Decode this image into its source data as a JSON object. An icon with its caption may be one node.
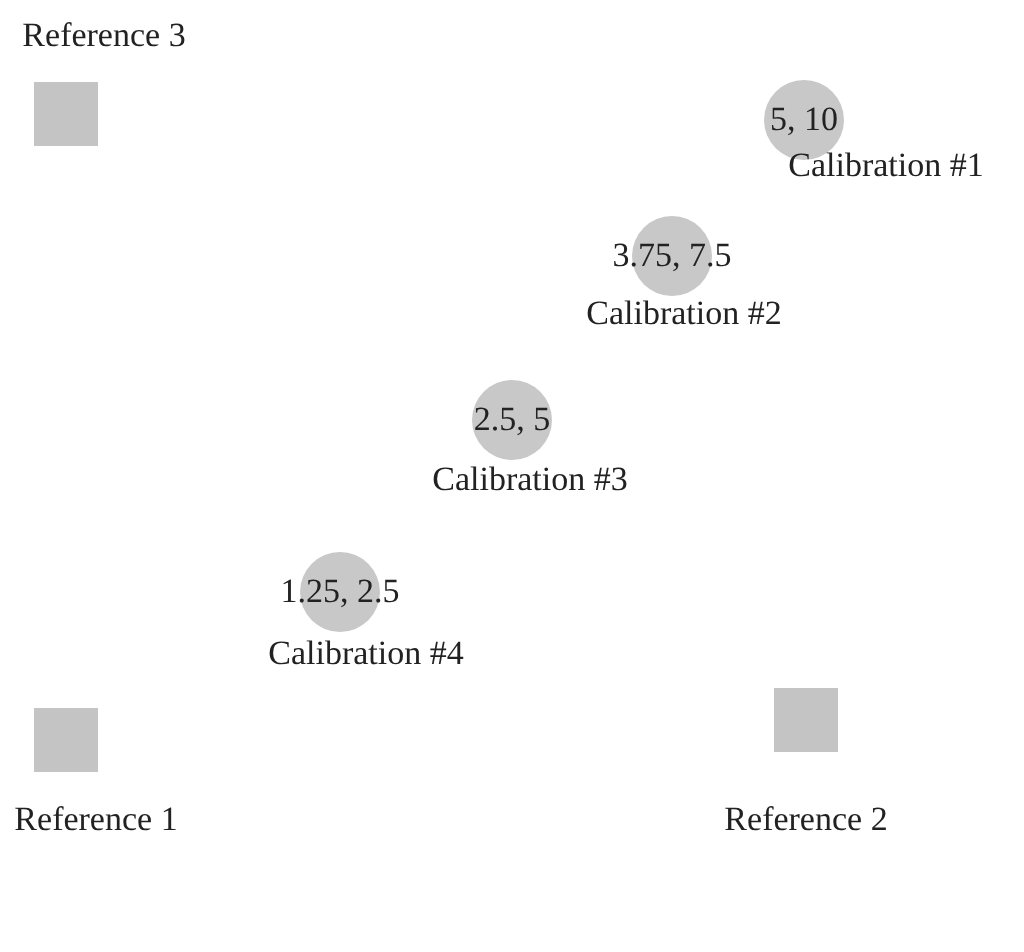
{
  "diagram": {
    "nodes": [
      {
        "text": [],
        "shape": "box",
        "beside": [
          "Reference 3"
        ]
      },
      {
        "text": [
          "5, 10"
        ],
        "beside": [
          "Calibration #1"
        ]
      },
      {
        "text": [
          "3.75, 7.5"
        ],
        "beside": [
          "Calibration #2"
        ]
      },
      {
        "text": [
          "2.5, 5"
        ],
        "beside": [
          "Calibration #3"
        ]
      },
      {
        "text": [
          "1.25, 2.5"
        ],
        "beside": [
          "Calibration #4"
        ]
      },
      {
        "text": [],
        "shape": "box",
        "beside": [
          "Reference 1"
        ]
      },
      {
        "text": [],
        "shape": "box",
        "beside": [
          "Reference 2"
        ]
      }
    ]
  }
}
